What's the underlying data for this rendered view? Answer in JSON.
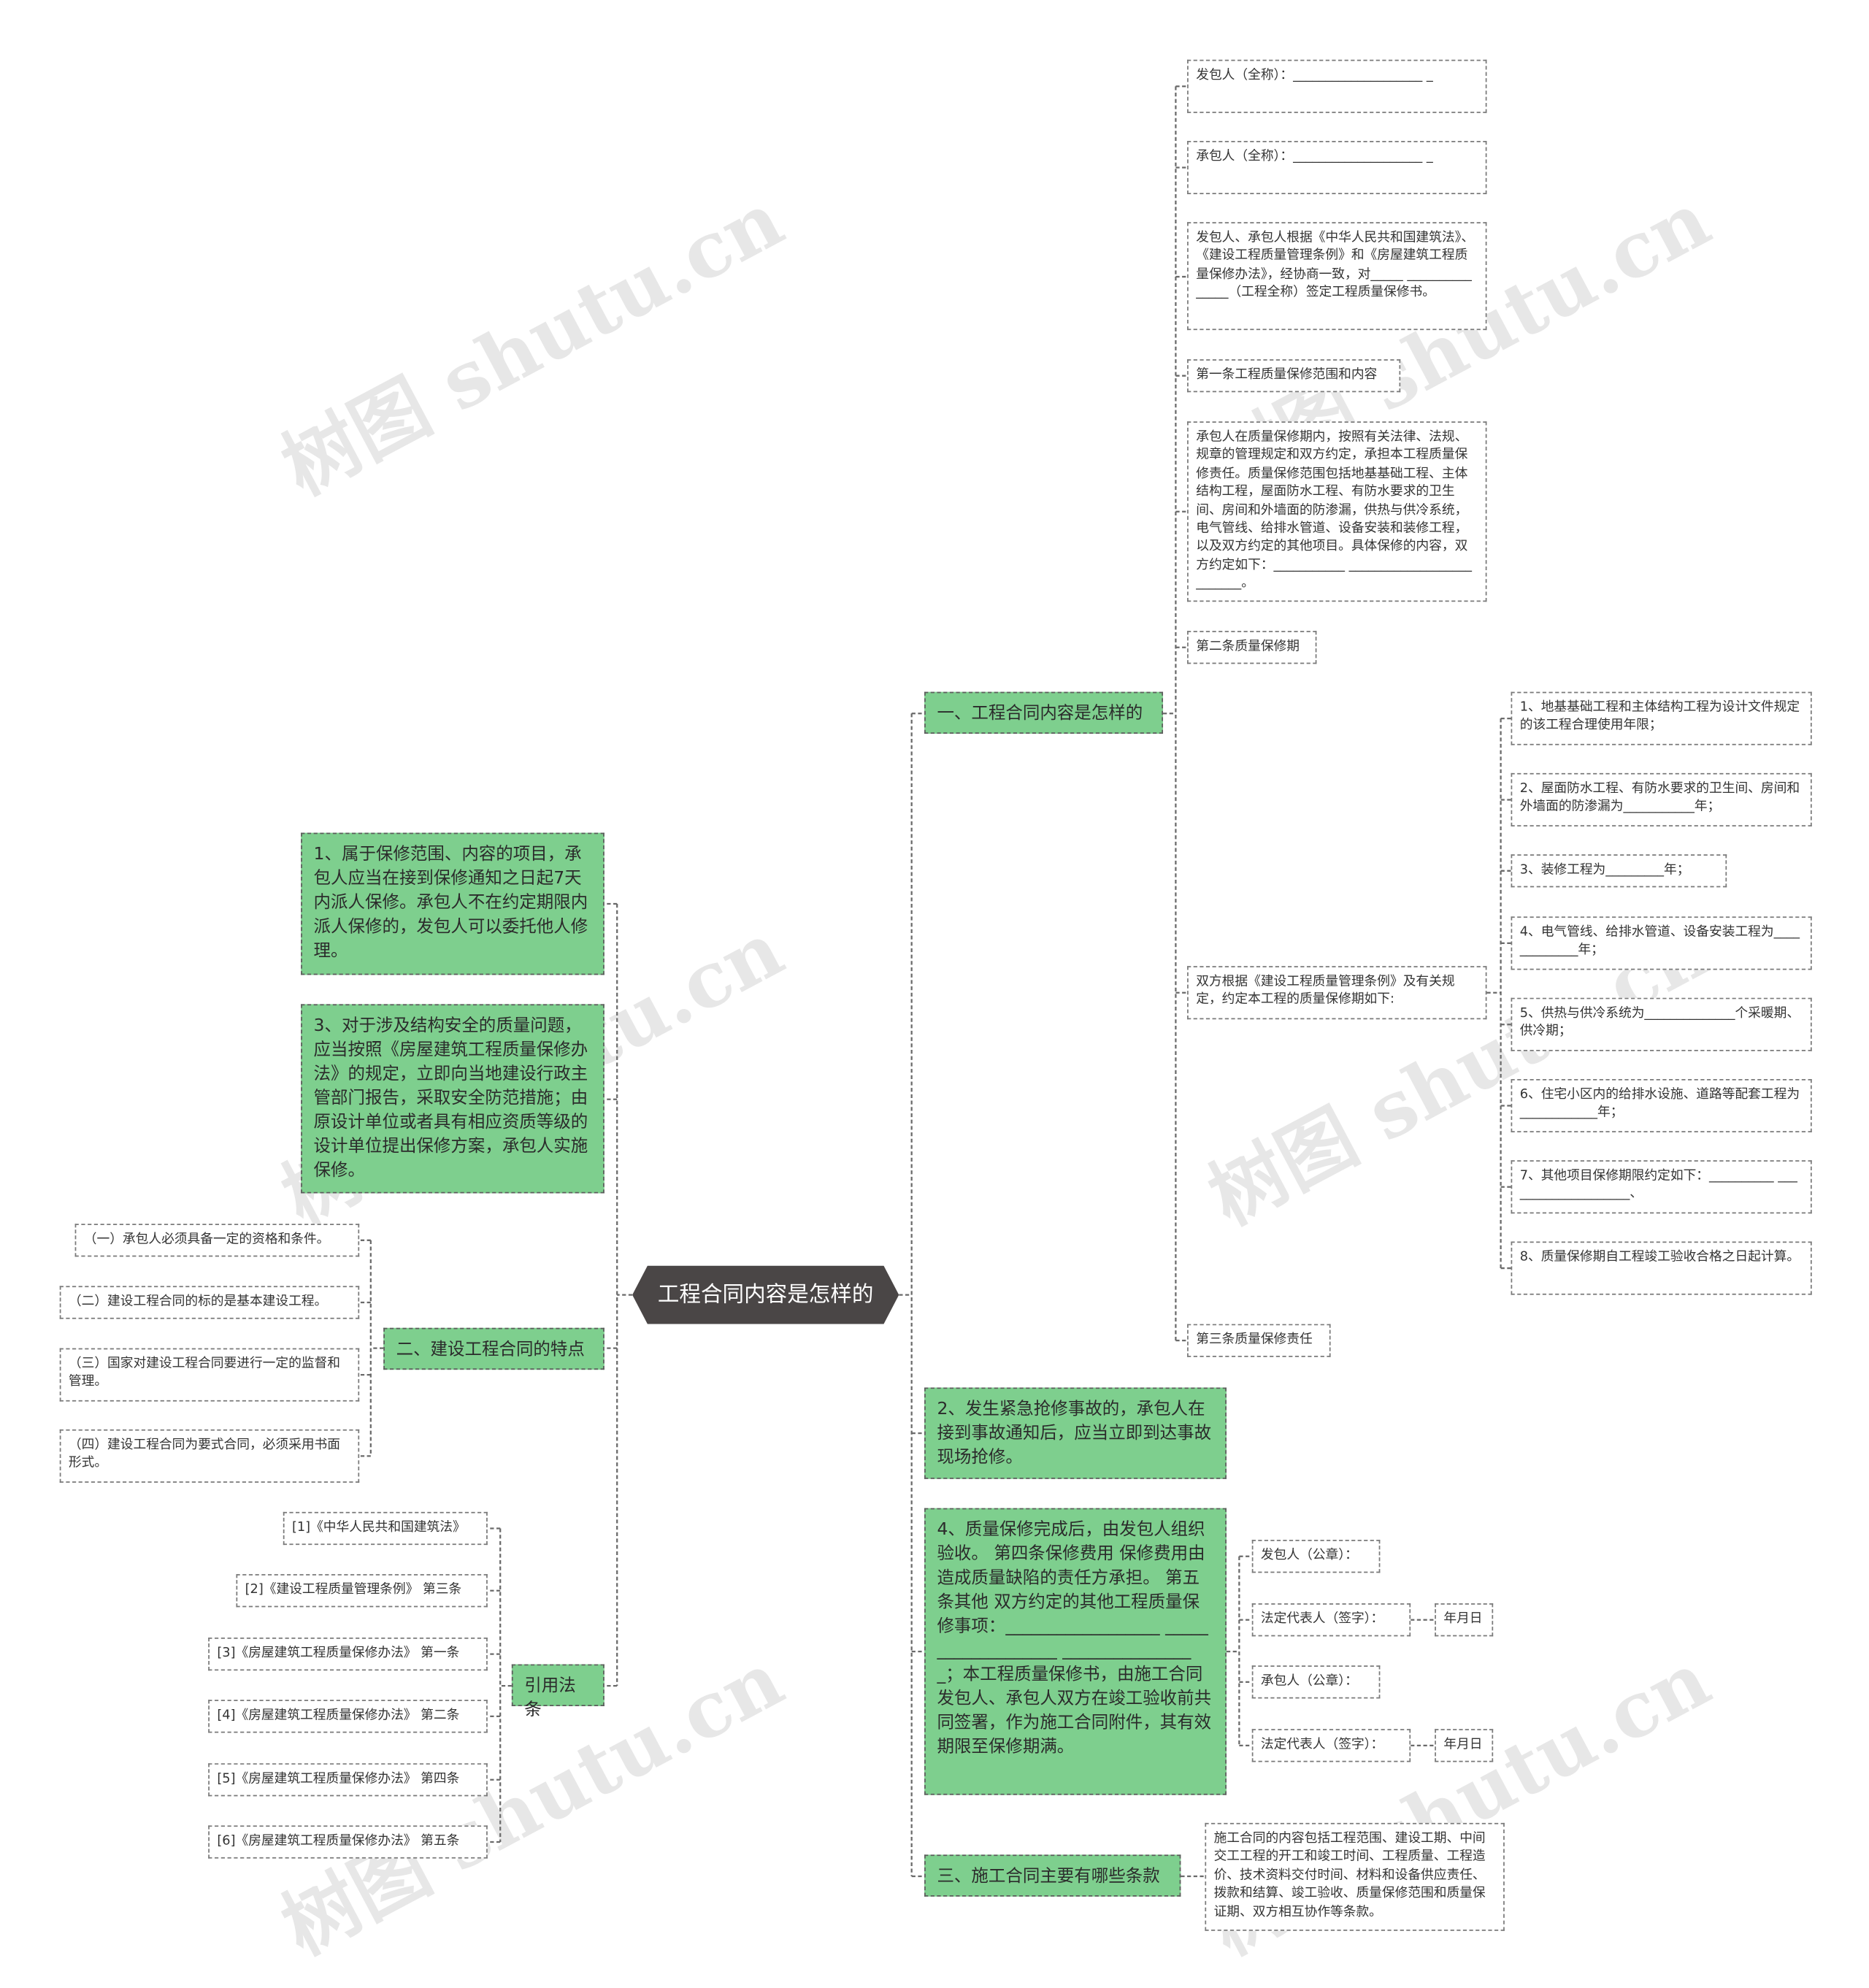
{
  "root": "工程合同内容是怎样的",
  "watermark": "树图 shutu.cn",
  "branches": {
    "b1": {
      "title": "一、工程合同内容是怎样的",
      "items": [
        "发包人（全称）：____________________ _",
        "承包人（全称）：____________________ _",
        "发包人、承包人根据《中华人民共和国建筑法》、《建设工程质量管理条例》和《房屋建筑工程质量保修办法》，经协商一致，对_____ _______________（工程全称）签定工程质量保修书。",
        "第一条工程质量保修范围和内容",
        "承包人在质量保修期内，按照有关法律、法规、规章的管理规定和双方约定，承担本工程质量保修责任。质量保修范围包括地基基础工程、主体结构工程，屋面防水工程、有防水要求的卫生间、房间和外墙面的防渗漏，供热与供冷系统，电气管线、给排水管道、设备安装和装修工程，以及双方约定的其他项目。具体保修的内容，双方约定如下：___________ __________________________。",
        "第二条质量保修期",
        "双方根据《建设工程质量管理条例》及有关规定，约定本工程的质量保修期如下:",
        "第三条质量保修责任"
      ],
      "periods": [
        "1、地基基础工程和主体结构工程为设计文件规定的该工程合理使用年限；",
        "2、屋面防水工程、有防水要求的卫生间、房间和外墙面的防渗漏为___________年；",
        "3、装修工程为_________年；",
        "4、电气管线、给排水管道、设备安装工程为_____________年；",
        "5、供热与供冷系统为______________个采暖期、供冷期；",
        "6、住宅小区内的给排水设施、道路等配套工程为____________年；",
        "7、其他项目保修期限约定如下：__________ ____________________、",
        "8、质量保修期自工程竣工验收合格之日起计算。"
      ]
    },
    "b2": "2、发生紧急抢修事故的，承包人在接到事故通知后，应当立即到达事故现场抢修。",
    "b4": {
      "text": "4、质量保修完成后，由发包人组织验收。 第四条保修费用 保修费用由造成质量缺陷的责任方承担。 第五条其他 双方约定的其他工程质量保修事项：__________________ ___________________ ________________；本工程质量保修书，由施工合同发包人、承包人双方在竣工验收前共同签署，作为施工合同附件，其有效期限至保修期满。",
      "signs": [
        "发包人（公章）：",
        "法定代表人（签字）：",
        "承包人（公章）：",
        "法定代表人（签字）："
      ],
      "dates": [
        "年月日",
        "年月日"
      ]
    },
    "b3": {
      "title": "三、施工合同主要有哪些条款",
      "text": "施工合同的内容包括工程范围、建设工期、中间交工工程的开工和竣工时间、工程质量、工程造价、技术资料交付时间、材料和设备供应责任、拨款和结算、竣工验收、质量保修范围和质量保证期、双方相互协作等条款。"
    },
    "left": {
      "l1": "1、属于保修范围、内容的项目，承包人应当在接到保修通知之日起7天内派人保修。承包人不在约定期限内派人保修的，发包人可以委托他人修理。",
      "l3": "3、对于涉及结构安全的质量问题，应当按照《房屋建筑工程质量保修办法》的规定，立即向当地建设行政主管部门报告，采取安全防范措施；由原设计单位或者具有相应资质等级的设计单位提出保修方案，承包人实施保修。",
      "features": {
        "title": "二、建设工程合同的特点",
        "items": [
          "（一）承包人必须具备一定的资格和条件。",
          "（二）建设工程合同的标的是基本建设工程。",
          "（三）国家对建设工程合同要进行一定的监督和管理。",
          "（四）建设工程合同为要式合同，必须采用书面形式。"
        ]
      },
      "laws": {
        "title": "引用法条",
        "items": [
          "[1]《中华人民共和国建筑法》",
          "[2]《建设工程质量管理条例》 第三条",
          "[3]《房屋建筑工程质量保修办法》 第一条",
          "[4]《房屋建筑工程质量保修办法》 第二条",
          "[5]《房屋建筑工程质量保修办法》 第四条",
          "[6]《房屋建筑工程质量保修办法》 第五条"
        ]
      }
    }
  },
  "colors": {
    "green": "#7ecf8e",
    "root": "#4a4646",
    "line": "#6a6a6a"
  }
}
